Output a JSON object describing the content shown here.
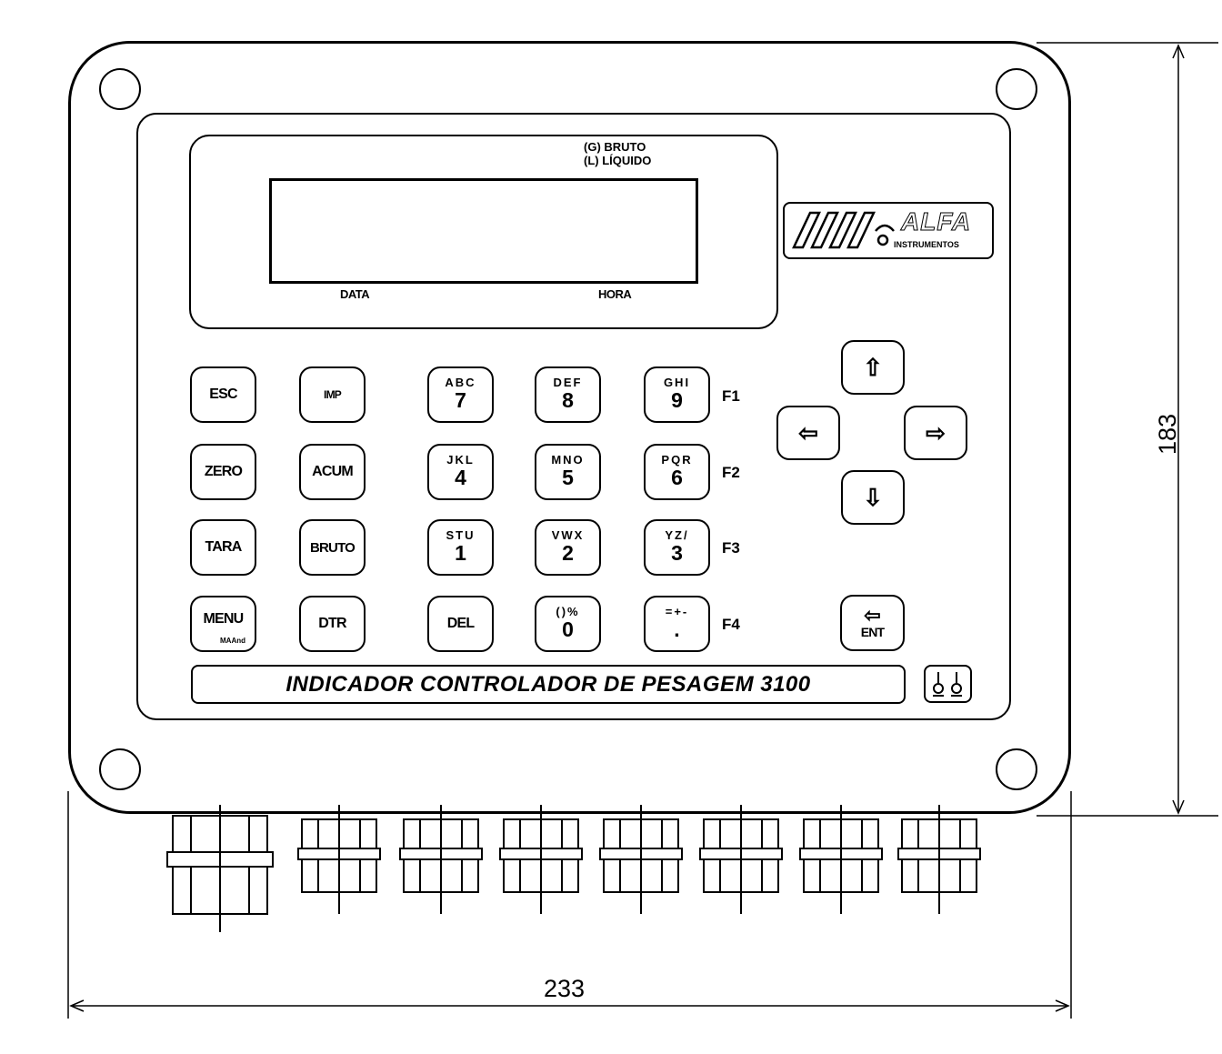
{
  "display": {
    "mode_gross": "(G) BRUTO",
    "mode_net": "(L) LÍQUIDO",
    "label_date": "DATA",
    "label_time": "HORA"
  },
  "logo": {
    "brand": "ALFA",
    "tagline": "INSTRUMENTOS"
  },
  "keypad": {
    "function_keys": {
      "esc": "ESC",
      "imp": "IMP",
      "zero": "ZERO",
      "acum": "ACUM",
      "tara": "TARA",
      "bruto": "BRUTO",
      "menu": "MENU",
      "menu_sub": "MAAnd",
      "dtr": "DTR",
      "del": "DEL"
    },
    "numeric_keys": [
      {
        "letters": "ABC",
        "digit": "7"
      },
      {
        "letters": "DEF",
        "digit": "8"
      },
      {
        "letters": "GHI",
        "digit": "9"
      },
      {
        "letters": "JKL",
        "digit": "4"
      },
      {
        "letters": "MNO",
        "digit": "5"
      },
      {
        "letters": "PQR",
        "digit": "6"
      },
      {
        "letters": "STU",
        "digit": "1"
      },
      {
        "letters": "VWX",
        "digit": "2"
      },
      {
        "letters": "YZ/",
        "digit": "3"
      },
      {
        "letters": "()%",
        "digit": "0"
      },
      {
        "letters": "=+-",
        "digit": "."
      }
    ],
    "f_labels": [
      "F1",
      "F2",
      "F3",
      "F4"
    ],
    "enter_label": "ENT"
  },
  "title": "INDICADOR CONTROLADOR DE PESAGEM 3100",
  "dimensions": {
    "height": "183",
    "width": "233"
  },
  "icons": {
    "arrow_up": "arrow-up-icon",
    "arrow_down": "arrow-down-icon",
    "arrow_left": "arrow-left-icon",
    "arrow_right": "arrow-right-icon",
    "enter": "enter-icon"
  }
}
